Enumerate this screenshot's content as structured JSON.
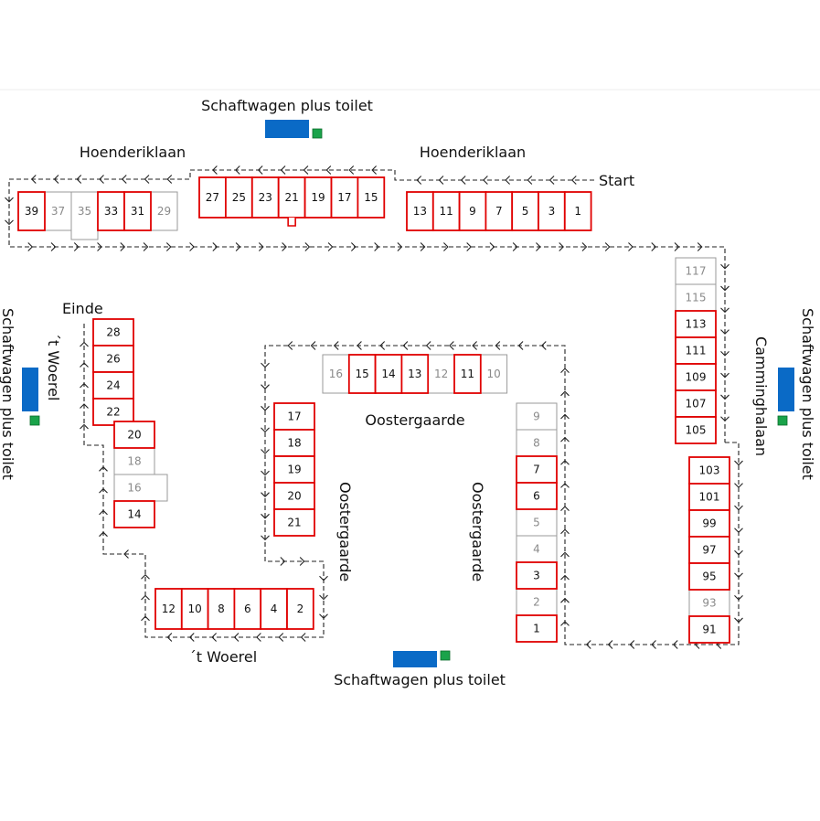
{
  "labels": {
    "start": "Start",
    "end": "Einde",
    "street_hoenderiklaan_left": "Hoenderiklaan",
    "street_hoenderiklaan_right": "Hoenderiklaan",
    "street_oostergaarde_top": "Oostergaarde",
    "street_oostergaarde_left": "Oostergaarde",
    "street_oostergaarde_right": "Oostergaarde",
    "street_camminghalaan": "Camminghalaan",
    "street_woerel_bottom": "´t Woerel",
    "street_woerel_left": "´t Woerel",
    "facility_top": "Schaftwagen plus toilet",
    "facility_bottom": "Schaftwagen plus toilet",
    "facility_left": "Schaftwagen plus toilet",
    "facility_right": "Schaftwagen plus toilet"
  },
  "colors": {
    "active_border": "#e00000",
    "inactive_border": "#9a9a9a",
    "active_text": "#111111",
    "inactive_text": "#8a8a8a",
    "schaftwagen": "#0a6ac6",
    "toilet": "#1aa34a",
    "route": "#222222"
  },
  "route_style": "dashed line with arrowheads",
  "blocks": {
    "hoenderiklaan_left": [
      {
        "n": "39",
        "active": true
      },
      {
        "n": "37",
        "active": false
      },
      {
        "n": "35",
        "active": false
      },
      {
        "n": "33",
        "active": true
      },
      {
        "n": "31",
        "active": true
      },
      {
        "n": "29",
        "active": false
      }
    ],
    "hoenderiklaan_mid": [
      {
        "n": "27",
        "active": true
      },
      {
        "n": "25",
        "active": true
      },
      {
        "n": "23",
        "active": true
      },
      {
        "n": "21",
        "active": true
      },
      {
        "n": "19",
        "active": true
      },
      {
        "n": "17",
        "active": true
      },
      {
        "n": "15",
        "active": true
      }
    ],
    "hoenderiklaan_right": [
      {
        "n": "13",
        "active": true
      },
      {
        "n": "11",
        "active": true
      },
      {
        "n": "9",
        "active": true
      },
      {
        "n": "7",
        "active": true
      },
      {
        "n": "5",
        "active": true
      },
      {
        "n": "3",
        "active": true
      },
      {
        "n": "1",
        "active": true
      }
    ],
    "camminghalaan_upper": [
      {
        "n": "117",
        "active": false
      },
      {
        "n": "115",
        "active": false
      },
      {
        "n": "113",
        "active": true
      },
      {
        "n": "111",
        "active": true
      },
      {
        "n": "109",
        "active": true
      },
      {
        "n": "107",
        "active": true
      },
      {
        "n": "105",
        "active": true
      }
    ],
    "camminghalaan_lower": [
      {
        "n": "103",
        "active": true
      },
      {
        "n": "101",
        "active": true
      },
      {
        "n": "99",
        "active": true
      },
      {
        "n": "97",
        "active": true
      },
      {
        "n": "95",
        "active": true
      },
      {
        "n": "93",
        "active": false
      },
      {
        "n": "91",
        "active": true
      }
    ],
    "oostergaarde_top": [
      {
        "n": "16",
        "active": false
      },
      {
        "n": "15",
        "active": true
      },
      {
        "n": "14",
        "active": true
      },
      {
        "n": "13",
        "active": true
      },
      {
        "n": "12",
        "active": false
      },
      {
        "n": "11",
        "active": true
      },
      {
        "n": "10",
        "active": false
      }
    ],
    "oostergaarde_left": [
      {
        "n": "17",
        "active": true
      },
      {
        "n": "18",
        "active": true
      },
      {
        "n": "19",
        "active": true
      },
      {
        "n": "20",
        "active": true
      },
      {
        "n": "21",
        "active": true
      }
    ],
    "oostergaarde_right": [
      {
        "n": "9",
        "active": false
      },
      {
        "n": "8",
        "active": false
      },
      {
        "n": "7",
        "active": true
      },
      {
        "n": "6",
        "active": true
      },
      {
        "n": "5",
        "active": false
      },
      {
        "n": "4",
        "active": false
      },
      {
        "n": "3",
        "active": true
      },
      {
        "n": "2",
        "active": false
      },
      {
        "n": "1",
        "active": true
      }
    ],
    "woerel_bottom": [
      {
        "n": "12",
        "active": true
      },
      {
        "n": "10",
        "active": true
      },
      {
        "n": "8",
        "active": true
      },
      {
        "n": "6",
        "active": true
      },
      {
        "n": "4",
        "active": true
      },
      {
        "n": "2",
        "active": true
      }
    ],
    "woerel_left_upper": [
      {
        "n": "28",
        "active": true
      },
      {
        "n": "26",
        "active": true
      },
      {
        "n": "24",
        "active": true
      },
      {
        "n": "22",
        "active": true
      }
    ],
    "woerel_left_lower": [
      {
        "n": "20",
        "active": true
      },
      {
        "n": "18",
        "active": false
      },
      {
        "n": "16",
        "active": false
      },
      {
        "n": "14",
        "active": true
      }
    ]
  }
}
